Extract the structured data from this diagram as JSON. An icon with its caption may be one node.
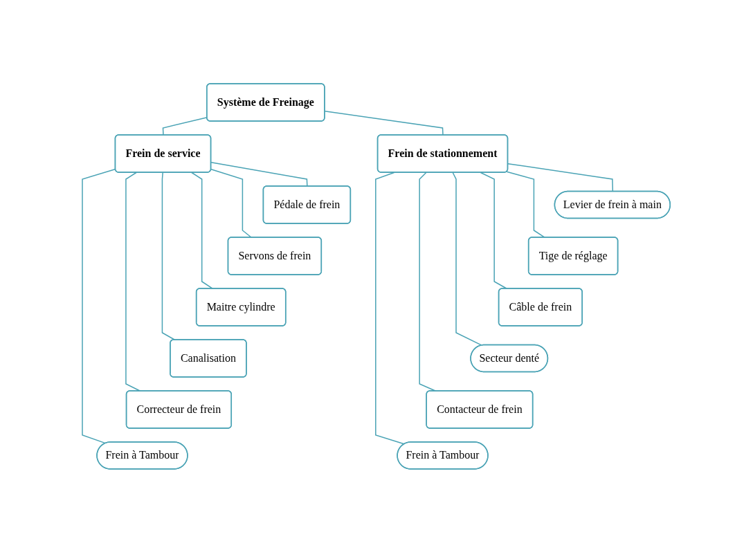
{
  "diagram": {
    "nodes": [
      {
        "text": [
          "Système de Freinage"
        ]
      },
      {
        "text": [
          "Frein de service"
        ]
      },
      {
        "text": [
          "Frein de stationnement"
        ]
      },
      {
        "text": [
          "Pédale de frein"
        ]
      },
      {
        "text": [
          "Servons de frein"
        ]
      },
      {
        "text": [
          "Maitre cylindre"
        ]
      },
      {
        "text": [
          "Canalisation"
        ]
      },
      {
        "text": [
          "Correcteur de frein"
        ]
      },
      {
        "text": [
          "Frein à Tambour"
        ]
      },
      {
        "text": [
          "Levier de frein à main"
        ]
      },
      {
        "text": [
          "Tige de réglage"
        ]
      },
      {
        "text": [
          "Câble de frein"
        ]
      },
      {
        "text": [
          "Secteur denté"
        ]
      },
      {
        "text": [
          "Contacteur de frein"
        ]
      },
      {
        "text": [
          "Frein à Tambour"
        ]
      }
    ],
    "edges": [
      {
        "from": 0,
        "to": 1,
        "arrow": "none"
      },
      {
        "from": 0,
        "to": 2,
        "arrow": "none"
      },
      {
        "from": 1,
        "to": 3,
        "arrow": "none"
      },
      {
        "from": 1,
        "to": 4,
        "arrow": "none"
      },
      {
        "from": 1,
        "to": 5,
        "arrow": "none"
      },
      {
        "from": 1,
        "to": 6,
        "arrow": "none"
      },
      {
        "from": 1,
        "to": 7,
        "arrow": "none"
      },
      {
        "from": 1,
        "to": 8,
        "arrow": "none"
      },
      {
        "from": 2,
        "to": 9,
        "arrow": "none"
      },
      {
        "from": 2,
        "to": 10,
        "arrow": "none"
      },
      {
        "from": 2,
        "to": 11,
        "arrow": "none"
      },
      {
        "from": 2,
        "to": 12,
        "arrow": "none"
      },
      {
        "from": 2,
        "to": 13,
        "arrow": "none"
      },
      {
        "from": 2,
        "to": 14,
        "arrow": "none"
      }
    ]
  }
}
